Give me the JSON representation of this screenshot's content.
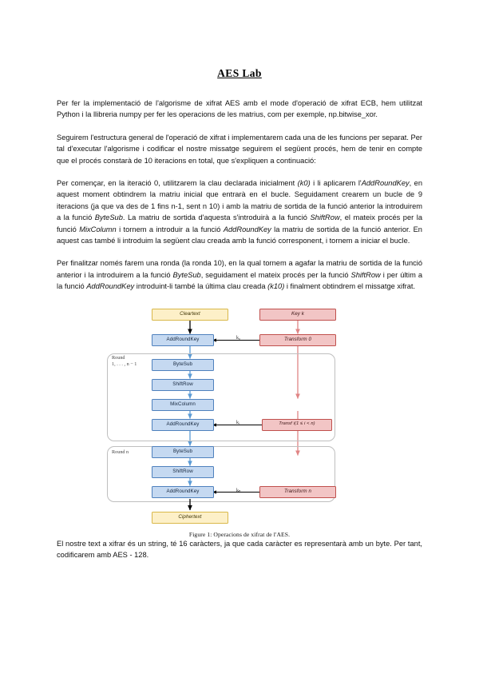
{
  "document": {
    "title": "AES Lab",
    "paragraphs": [
      "Per fer la implementació de l'algorisme de xifrat AES amb el mode d'operació de xifrat ECB, hem utilitzat Python i la llibreria numpy per fer les operacions de les matrius, com per exemple, np.bitwise_xor.",
      "Seguirem l'estructura general de l'operació de xifrat i implementarem cada una de les funcions per separat. Per tal d'executar l'algorisme i codificar el nostre missatge seguirem el següent procés, hem de tenir en compte que el procés constarà de 10 iteracions en total, que s'expliquen a continuació:"
    ],
    "paragraph3": {
      "seg1": "Per començar, en la iteració 0, utilitzarem la clau declarada inicialment ",
      "k0": "(k0)",
      "seg2": " i li aplicarem l'",
      "addroundkey": "AddRoundKey",
      "seg3": ", en aquest moment obtindrem la matriu inicial que entrarà en el bucle. Seguidament crearem un bucle de 9 iteracions (ja que va des de 1 fins n-1, sent n 10) i amb la matriu de sortida de la funció anterior la introduirem a la funció ",
      "bytesub": "ByteSub",
      "seg4": ". La matriu de sortida d'aquesta s'introduirà a la funció ",
      "shiftrow": "ShiftRow",
      "seg5": ", el mateix procés per la funció ",
      "mixcolumn": "MixColumn",
      "seg6": " i tornem a introduir a la funció ",
      "addroundkey2": "AddRoundKey",
      "seg7": " la matriu de sortida de la funció anterior. En aquest cas també li introduim la següent clau creada amb la funció corresponent, i tornem a iniciar el bucle."
    },
    "paragraph4": {
      "seg1": "Per finalitzar només farem una ronda (la ronda 10), en la qual tornem a agafar la matriu de sortida de la funció anterior i la introduirem a la funció ",
      "bytesub": "ByteSub",
      "seg2": ", seguidament el mateix procés per la funció ",
      "shiftrow": "ShiftRow",
      "seg3": " i per últim a la funció ",
      "addroundkey": "AddRoundKey",
      "seg4": " introduint-li també la última clau creada ",
      "k10": "(k10)",
      "seg5": " i finalment obtindrem el missatge xifrat."
    },
    "paragraph5": "El nostre text a xifrar és un string, té 16 caràcters, ja que cada caràcter es representarà amb un byte. Per tant, codificarem amb AES - 128."
  },
  "figure": {
    "caption": "Figure 1: Operacions de xifrat de l'AES.",
    "colors": {
      "blue_fill": "#c5d9f1",
      "blue_stroke": "#4f81bd",
      "pink_fill": "#f2c5c5",
      "pink_stroke": "#c0504d",
      "cream_fill": "#fdf0c8",
      "cream_stroke": "#d9b84a",
      "group_stroke": "#bfbfbf",
      "blue_arrow": "#5b9bd5",
      "pink_arrow": "#e08585",
      "black_arrow": "#000000"
    },
    "nodes": {
      "cleartext": "Cleartext",
      "key": "Key k",
      "addroundkey_0": "AddRoundKey",
      "transform_0": "Transform 0",
      "round_mid_label_line1": "Round",
      "round_mid_label_line2": "1, . . . , n − 1",
      "bytesub_mid": "ByteSub",
      "shiftrow_mid": "ShiftRow",
      "mixcolumn_mid": "MixColumn",
      "addroundkey_mid": "AddRoundKey",
      "transf_i": "Transf i(1 ≤ i < n)",
      "round_n_label": "Round n",
      "bytesub_n": "ByteSub",
      "shiftrow_n": "ShiftRow",
      "addroundkey_n": "AddRoundKey",
      "transform_n": "Transform n",
      "ciphertext": "Ciphertext"
    },
    "key_labels": {
      "k0": "k₀",
      "ki": "kᵢ",
      "kn": "kₙ"
    }
  }
}
